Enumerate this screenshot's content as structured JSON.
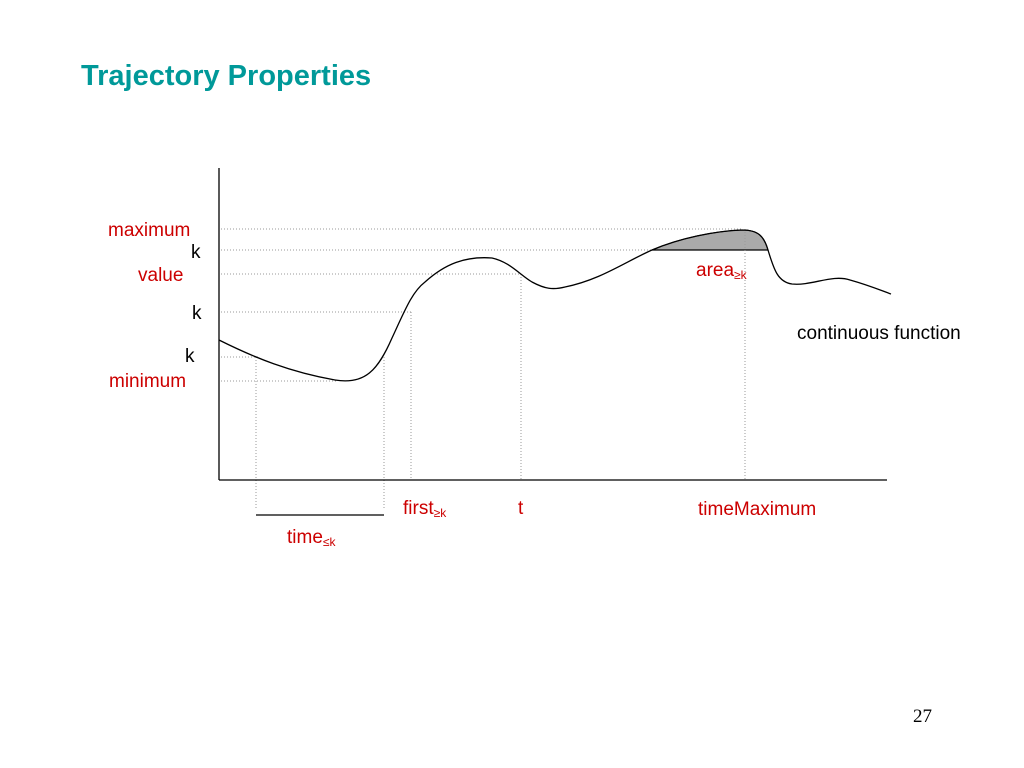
{
  "title": "Trajectory Properties",
  "page_number": "27",
  "colors": {
    "title": "#009999",
    "accent_label": "#cc0000",
    "plain_label": "#000000",
    "area_fill": "#aaaaaa",
    "guide_line": "#999999"
  },
  "labels": {
    "maximum": "maximum",
    "k_upper": "k",
    "value": "value",
    "k_middle": "k",
    "k_lower": "k",
    "minimum": "minimum",
    "area_main": "area",
    "area_sub": "≥k",
    "continuous_function": "continuous function",
    "first_main": "first",
    "first_sub": "≥k",
    "t": "t",
    "time_max": "timeMaximum",
    "time_le_main": "time",
    "time_le_sub": "≤k"
  }
}
